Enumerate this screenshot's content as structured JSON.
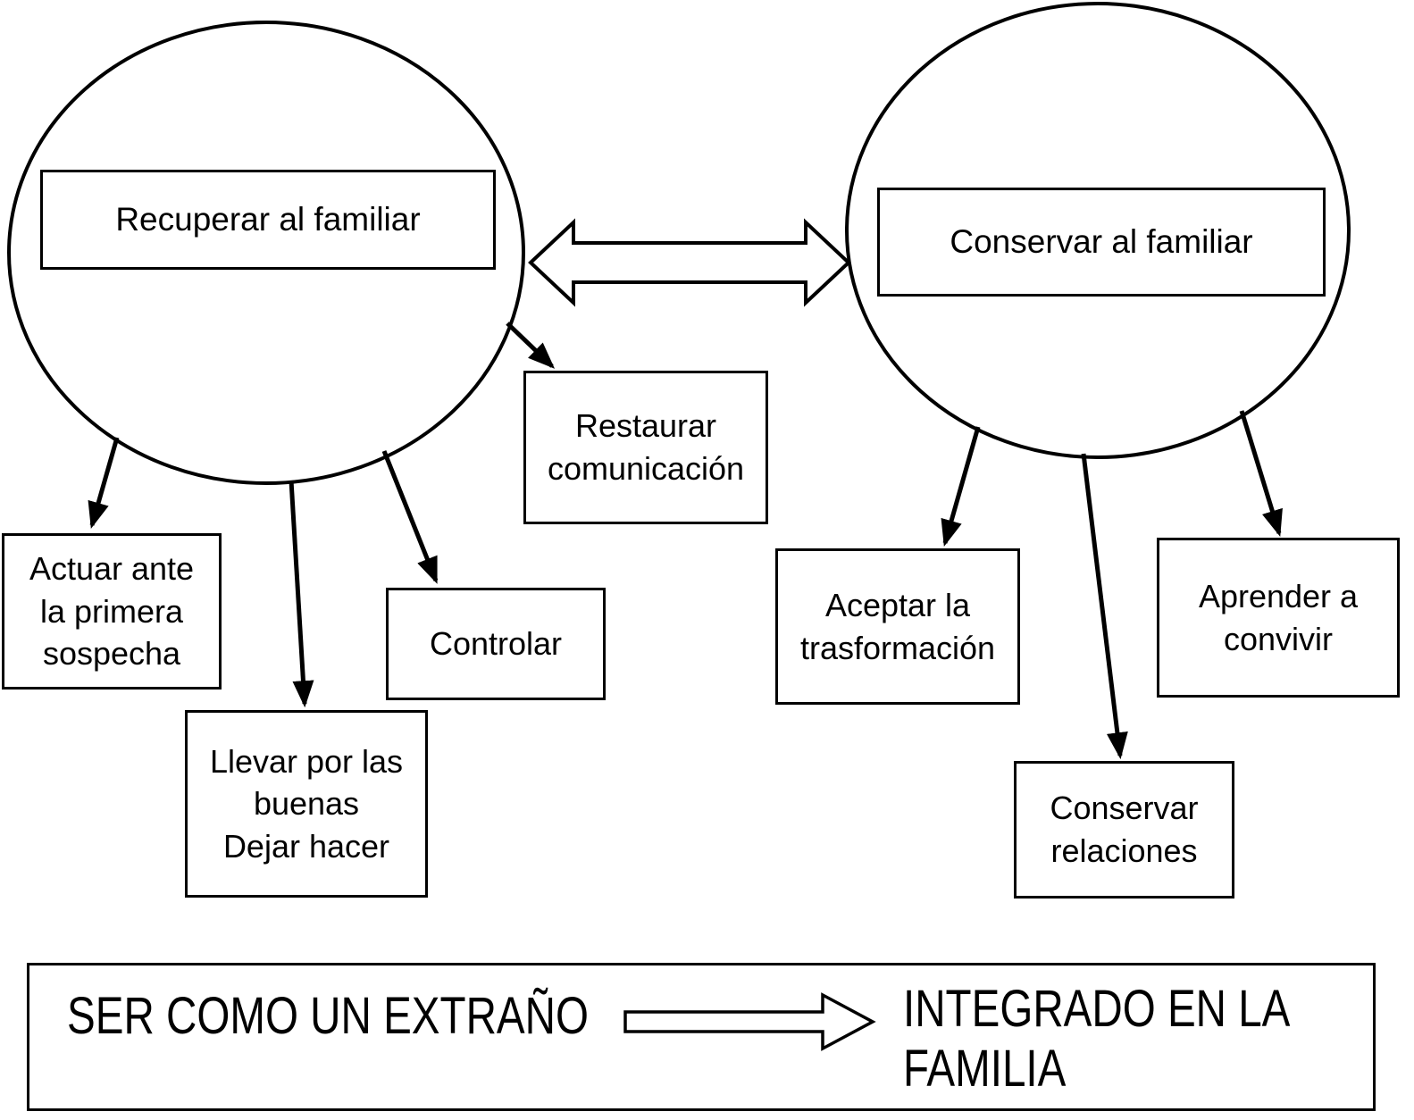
{
  "diagram": {
    "title": "Family recovery vs preservation concept map",
    "colors": {
      "background": "#ffffff",
      "stroke": "#000000",
      "text": "#000000"
    },
    "nodes": {
      "recuperar": {
        "label": "Recuperar al familiar"
      },
      "conservar": {
        "label": "Conservar al familiar"
      },
      "restaurar": {
        "label": "Restaurar\ncomunicación"
      },
      "actuar": {
        "label": "Actuar ante\nla primera\nsospecha"
      },
      "llevar": {
        "label": "Llevar por las\nbuenas\nDejar hacer"
      },
      "controlar": {
        "label": "Controlar"
      },
      "aceptar": {
        "label": "Aceptar la\ntrasformación"
      },
      "conservar_relaciones": {
        "label": "Conservar\nrelaciones"
      },
      "aprender": {
        "label": "Aprender a\nconvivir"
      }
    },
    "banner": {
      "left_label": "SER COMO UN EXTRAÑO",
      "right_label": "INTEGRADO EN LA\nFAMILIA"
    },
    "connectors": {
      "double_arrow": "between Recuperar al familiar and Conservar al familiar",
      "banner_arrow": "SER COMO UN EXTRAÑO to INTEGRADO EN LA FAMILIA"
    }
  }
}
